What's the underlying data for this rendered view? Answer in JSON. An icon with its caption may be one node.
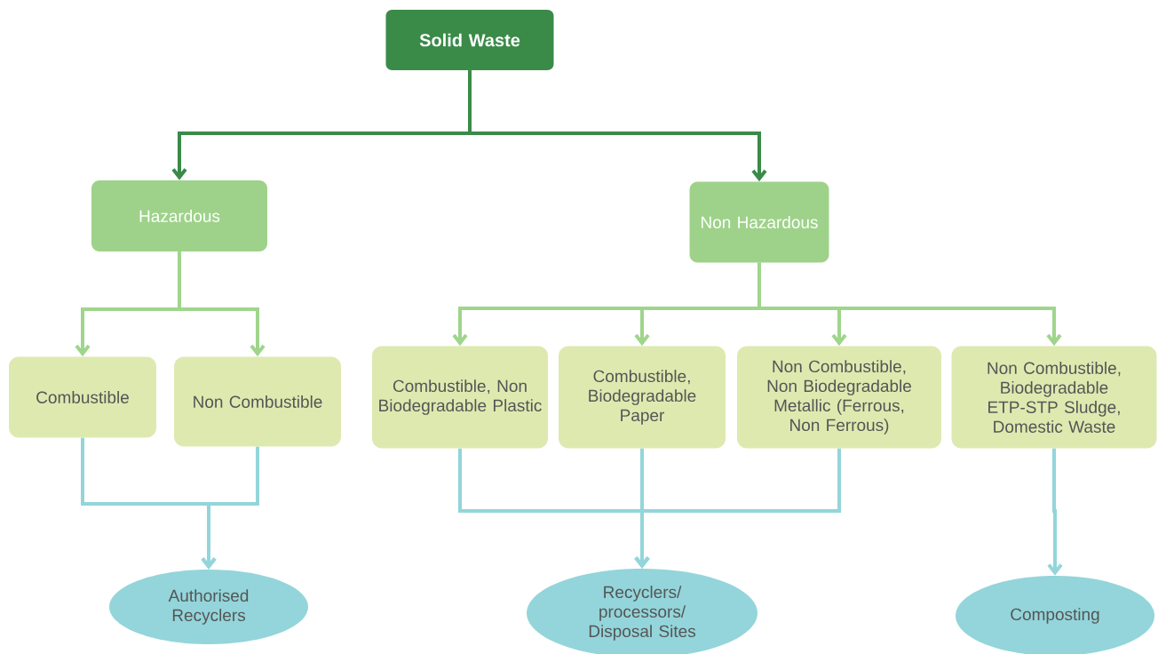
{
  "diagram": {
    "nodes": [
      {
        "text": [
          "Solid Waste"
        ]
      },
      {
        "text": [
          "Hazardous"
        ]
      },
      {
        "text": [
          "Non Hazardous"
        ]
      },
      {
        "text": [
          "Combustible"
        ]
      },
      {
        "text": [
          "Non Combustible"
        ]
      },
      {
        "text": [
          "Combustible, Non Biodegradable Plastic"
        ]
      },
      {
        "text": [
          "Combustible, Biodegradable Paper"
        ]
      },
      {
        "text": [
          "Non Combustible, Non Biodegradable Metallic (Ferrous, Non Ferrous)"
        ]
      },
      {
        "text": [
          "Non Combustible, Biodegradable ETP-STP Sludge, Domestic Waste"
        ]
      },
      {
        "text": [
          "Authorised Recyclers"
        ]
      },
      {
        "text": [
          "Recyclers/ processors/ Disposal Sites"
        ]
      },
      {
        "text": [
          "Composting"
        ]
      }
    ],
    "edges": [
      {
        "from": 0,
        "to": 1,
        "arrow": "to",
        "color": "#3a8a48"
      },
      {
        "from": 0,
        "to": 2,
        "arrow": "to",
        "color": "#3a8a48"
      },
      {
        "from": 1,
        "to": 3,
        "arrow": "to",
        "color": "#9fd58c"
      },
      {
        "from": 1,
        "to": 4,
        "arrow": "to",
        "color": "#9fd58c"
      },
      {
        "from": 2,
        "to": 5,
        "arrow": "to",
        "color": "#9fd58c"
      },
      {
        "from": 2,
        "to": 6,
        "arrow": "to",
        "color": "#9fd58c"
      },
      {
        "from": 2,
        "to": 7,
        "arrow": "to",
        "color": "#9fd58c"
      },
      {
        "from": 2,
        "to": 8,
        "arrow": "to",
        "color": "#9fd58c"
      },
      {
        "from": 3,
        "to": 9,
        "arrow": "to",
        "color": "#93d5da"
      },
      {
        "from": 4,
        "to": 9,
        "arrow": "to",
        "color": "#93d5da"
      },
      {
        "from": 5,
        "to": 10,
        "arrow": "to",
        "color": "#93d5da"
      },
      {
        "from": 6,
        "to": 10,
        "arrow": "to",
        "color": "#93d5da"
      },
      {
        "from": 7,
        "to": 10,
        "arrow": "to",
        "color": "#93d5da"
      },
      {
        "from": 8,
        "to": 11,
        "arrow": "to",
        "color": "#93d5da"
      }
    ]
  }
}
